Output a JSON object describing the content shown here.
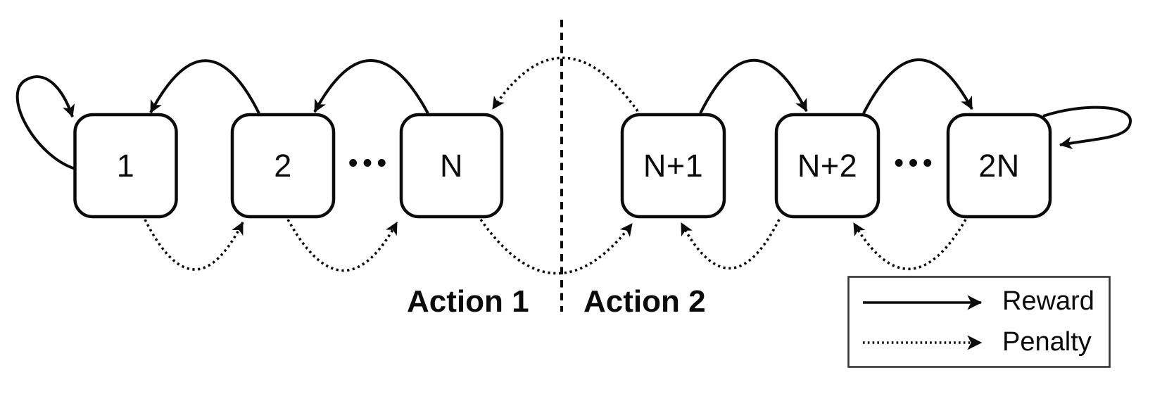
{
  "figure": {
    "type": "mdp-two-action-chain-diagram",
    "states": [
      {
        "label": "1"
      },
      {
        "label": "2"
      },
      {
        "label": "N"
      },
      {
        "label": "N+1"
      },
      {
        "label": "N+2"
      },
      {
        "label": "2N"
      }
    ],
    "ellipsis": "•••",
    "regions": [
      {
        "label": "Action 1"
      },
      {
        "label": "Action 2"
      }
    ],
    "legend": [
      {
        "line_style": "solid",
        "label": "Reward"
      },
      {
        "line_style": "dotted",
        "label": "Penalty"
      }
    ],
    "edges": [
      {
        "from": "1",
        "to": "1",
        "type": "reward",
        "style": "solid self-loop"
      },
      {
        "from": "2",
        "to": "1",
        "type": "reward",
        "style": "solid arc above"
      },
      {
        "from": "N",
        "to": "2",
        "type": "reward",
        "style": "solid arc above"
      },
      {
        "from": "N+1",
        "to": "N+2",
        "type": "reward",
        "style": "solid arc above"
      },
      {
        "from": "N+2",
        "to": "2N",
        "type": "reward",
        "style": "solid arc above"
      },
      {
        "from": "2N",
        "to": "2N",
        "type": "reward",
        "style": "solid self-loop"
      },
      {
        "from": "N+1",
        "to": "N",
        "type": "penalty",
        "style": "dotted arc above crossing divider"
      },
      {
        "from": "1",
        "to": "2",
        "type": "penalty",
        "style": "dotted arc below"
      },
      {
        "from": "2",
        "to": "N",
        "type": "penalty",
        "style": "dotted arc below"
      },
      {
        "from": "N",
        "to": "N+1",
        "type": "penalty",
        "style": "dotted arc below crossing divider"
      },
      {
        "from": "N+2",
        "to": "N+1",
        "type": "penalty",
        "style": "dotted arc below"
      },
      {
        "from": "2N",
        "to": "N+2",
        "type": "penalty",
        "style": "dotted arc below"
      }
    ],
    "divider": {
      "style": "vertical dashed line between N and N+1"
    },
    "colors": {
      "ink": "#0b0b0b",
      "background": "#ffffff"
    }
  }
}
